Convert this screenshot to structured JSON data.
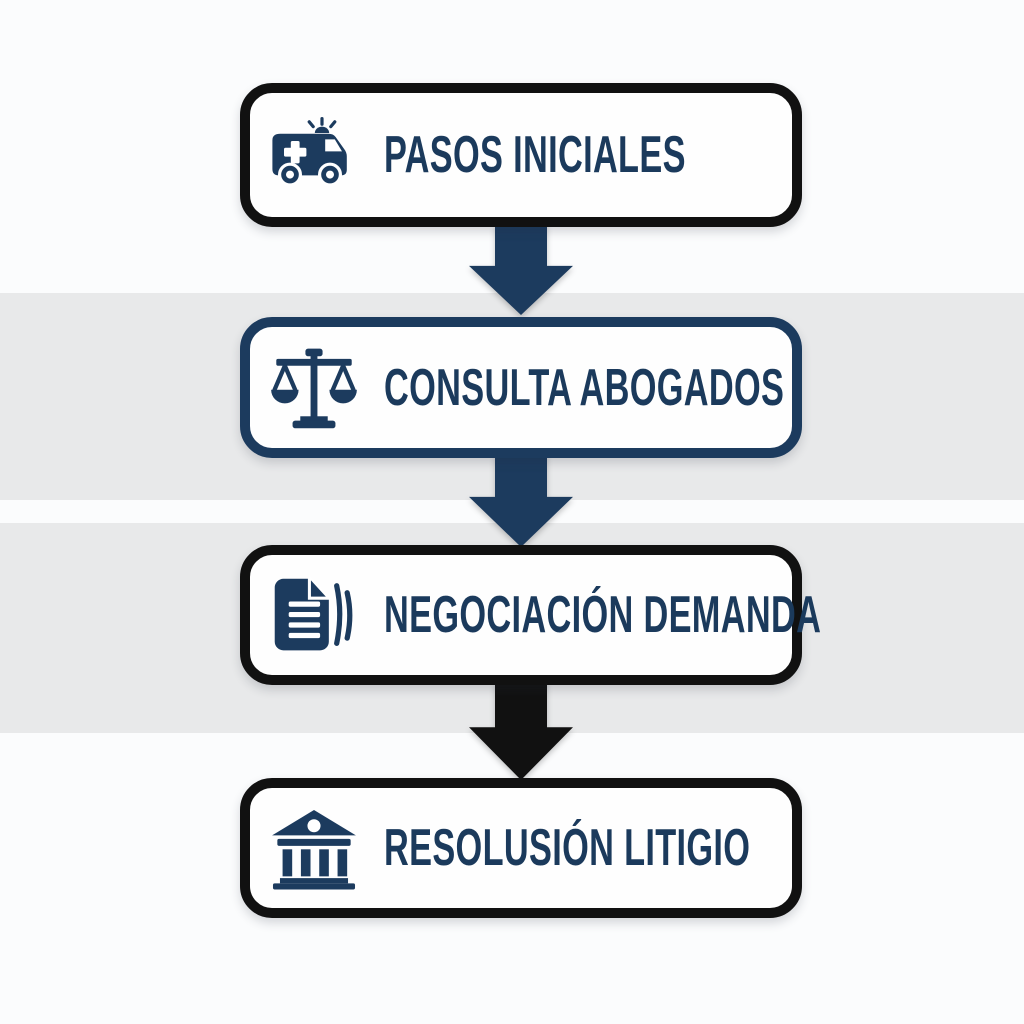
{
  "colors": {
    "navy": "#1c3b5e",
    "black": "#111111",
    "band": "#e8e9ea",
    "background": "#fbfcfd",
    "box_fill": "#fefefe",
    "text": "#1b3a5c"
  },
  "diagram": {
    "type": "flowchart",
    "direction": "top-down",
    "steps": [
      {
        "label": "PASOS INICIALES",
        "icon": "ambulance-icon",
        "border_color": "#111111"
      },
      {
        "label": "CONSULTA ABOGADOS",
        "icon": "scales-icon",
        "border_color": "#1c3b5e"
      },
      {
        "label": "NEGOCIACIÓN DEMANDA",
        "icon": "documents-icon",
        "border_color": "#111111"
      },
      {
        "label": "RESOLUSIÓN LITIGIO",
        "icon": "bank-icon",
        "border_color": "#111111"
      }
    ],
    "arrows": [
      {
        "from": 0,
        "to": 1,
        "color": "#1c3b5e"
      },
      {
        "from": 1,
        "to": 2,
        "color": "#1c3b5e"
      },
      {
        "from": 2,
        "to": 3,
        "color": "#111111"
      }
    ]
  }
}
